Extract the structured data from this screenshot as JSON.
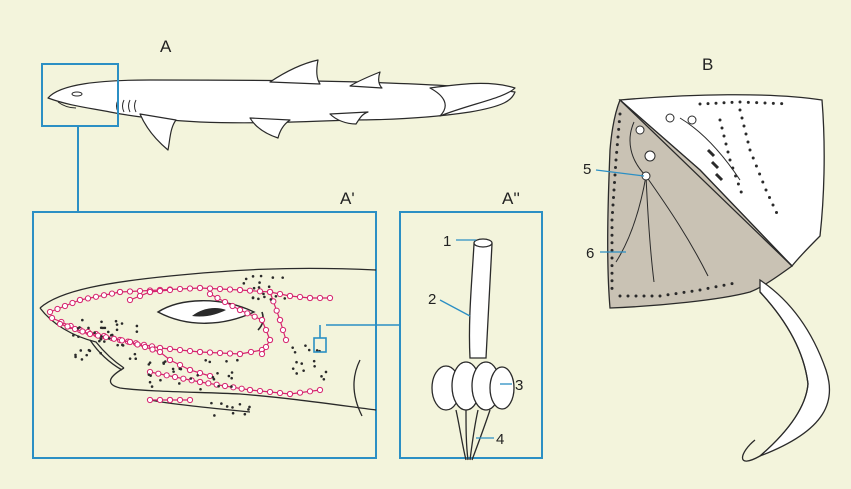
{
  "panels": {
    "a": "A",
    "a_prime": "A'",
    "a_double_prime": "A''",
    "b": "B"
  },
  "callouts": [
    "1",
    "2",
    "3",
    "4",
    "5",
    "6"
  ],
  "colors": {
    "background": "#f3f4dc",
    "frame": "#2b8fc4",
    "ampullae": "#d6246e",
    "ray_underside": "#c9c2b4",
    "outline": "#2a2a2a"
  }
}
